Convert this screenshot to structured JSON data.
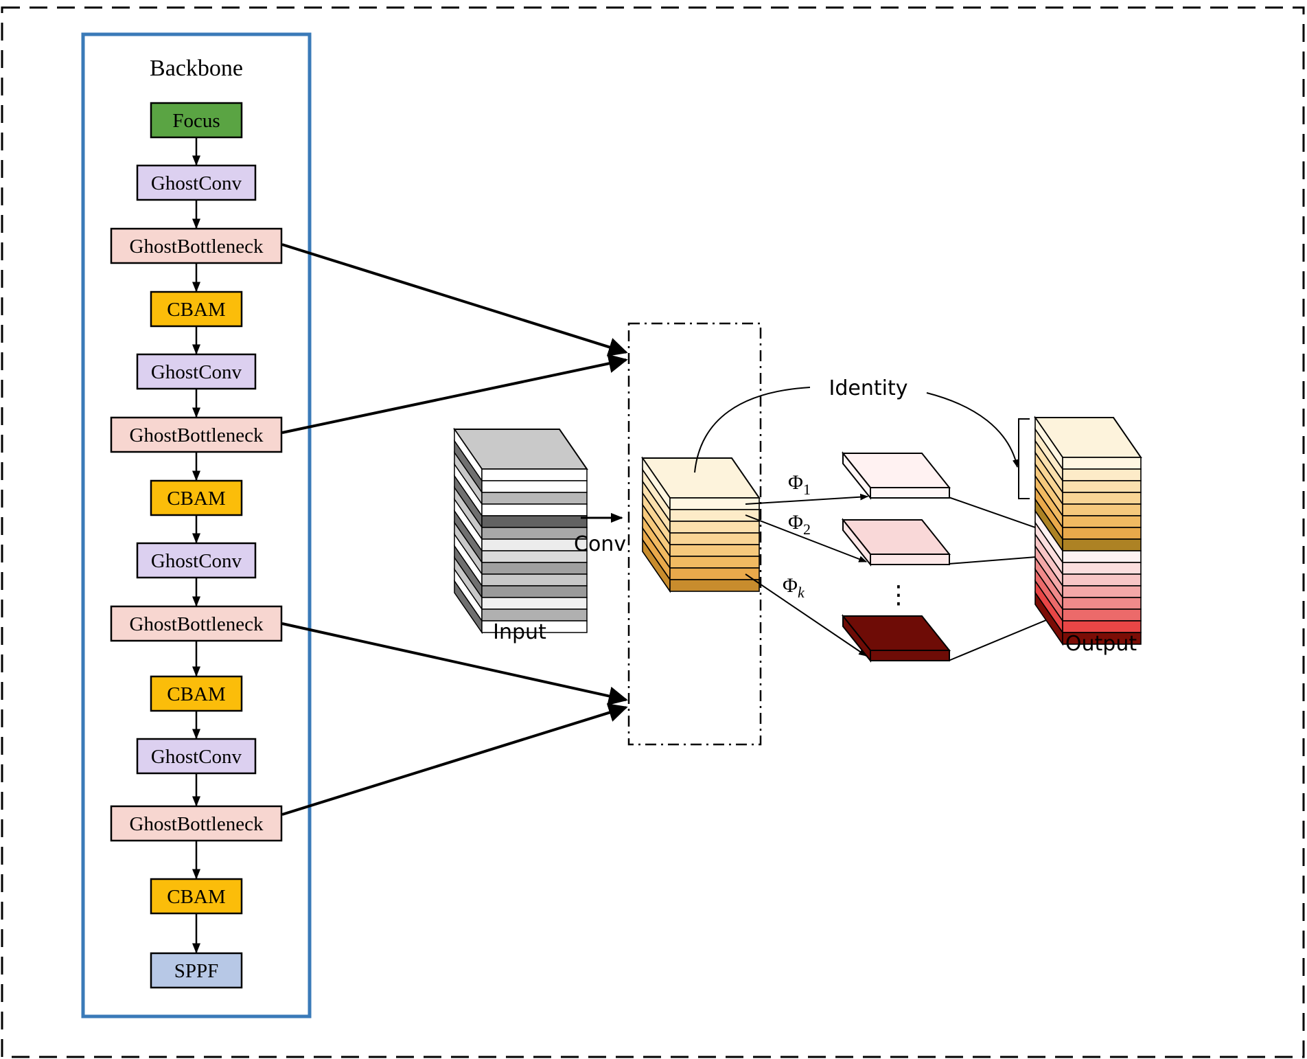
{
  "backbone": {
    "title": "Backbone",
    "blocks": [
      {
        "label": "Focus",
        "kind": "focus"
      },
      {
        "label": "GhostConv",
        "kind": "ghostconv"
      },
      {
        "label": "GhostBottleneck",
        "kind": "bottleneck"
      },
      {
        "label": "CBAM",
        "kind": "cbam"
      },
      {
        "label": "GhostConv",
        "kind": "ghostconv"
      },
      {
        "label": "GhostBottleneck",
        "kind": "bottleneck"
      },
      {
        "label": "CBAM",
        "kind": "cbam"
      },
      {
        "label": "GhostConv",
        "kind": "ghostconv"
      },
      {
        "label": "GhostBottleneck",
        "kind": "bottleneck"
      },
      {
        "label": "CBAM",
        "kind": "cbam"
      },
      {
        "label": "GhostConv",
        "kind": "ghostconv"
      },
      {
        "label": "GhostBottleneck",
        "kind": "bottleneck"
      },
      {
        "label": "CBAM",
        "kind": "cbam"
      },
      {
        "label": "SPPF",
        "kind": "sppf"
      }
    ]
  },
  "ghost_module": {
    "input_label": "Input",
    "conv_label": "Conv",
    "identity_label": "Identity",
    "output_label": "Output",
    "phi_symbol": "Φ",
    "phi_subscripts": [
      "1",
      "2",
      "k"
    ],
    "ellipsis": "⋮"
  },
  "colors": {
    "frame": "#000000",
    "backbone_border": "#3a7ab8",
    "focus": "#5aa443",
    "ghostconv": "#dcd0f0",
    "bottleneck": "#f7d6d0",
    "cbam": "#fbbd0a",
    "sppf": "#b7c8e6",
    "dark_feature": "#6e0c06"
  }
}
